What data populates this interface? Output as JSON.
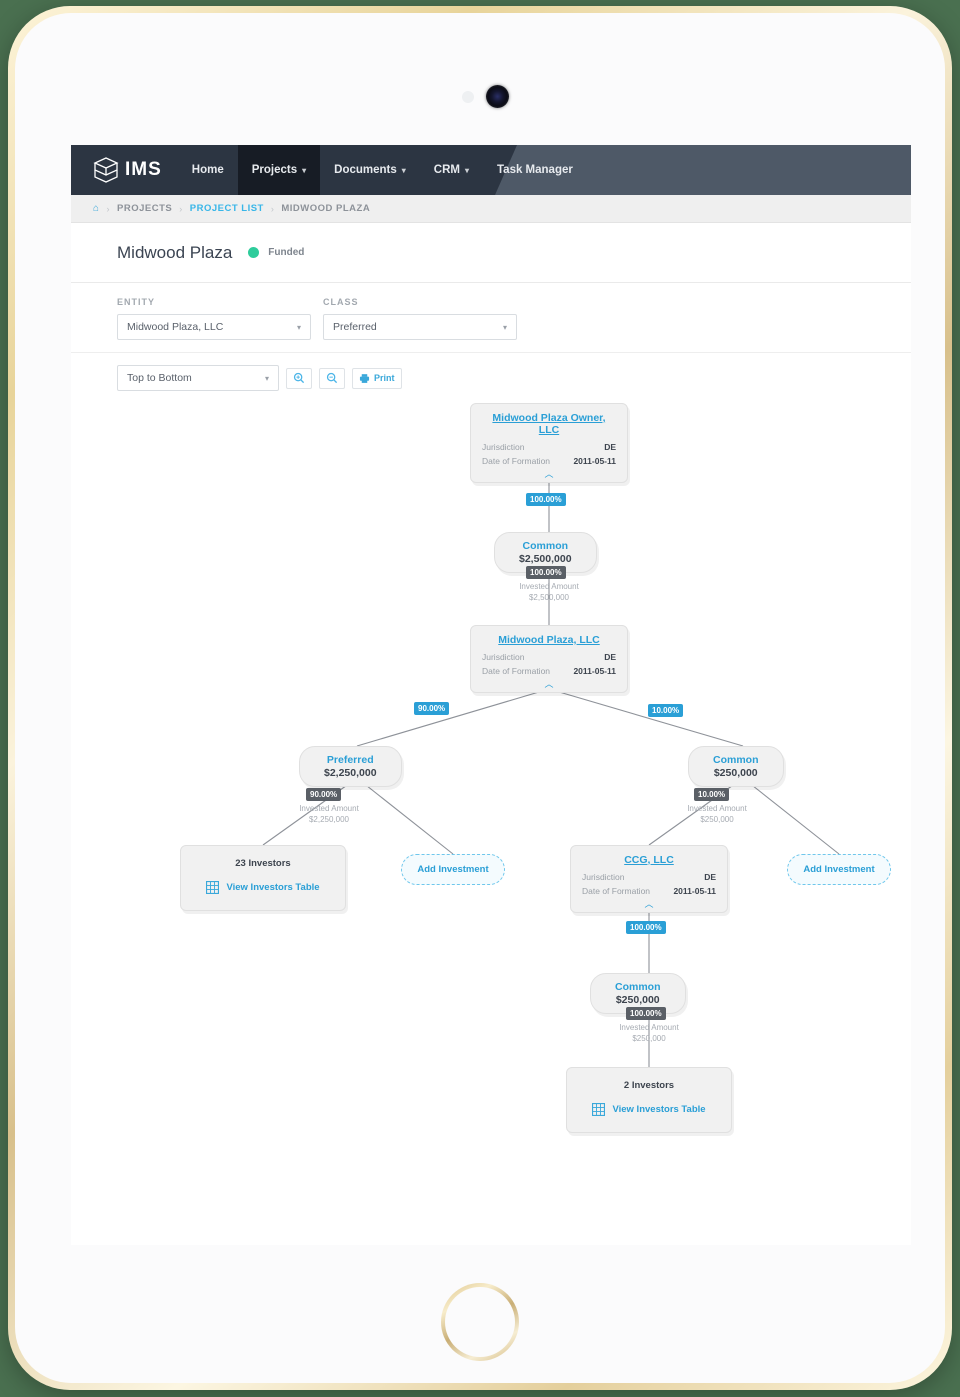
{
  "nav": {
    "logo_text": "IMS",
    "logo_icon": "ims-cube-logo-icon",
    "items": [
      {
        "label": "Home",
        "has_caret": false,
        "active": false
      },
      {
        "label": "Projects",
        "has_caret": true,
        "active": true
      },
      {
        "label": "Documents",
        "has_caret": true,
        "active": false
      },
      {
        "label": "CRM",
        "has_caret": true,
        "active": false
      },
      {
        "label": "Task Manager",
        "has_caret": false,
        "active": false
      }
    ]
  },
  "breadcrumb": {
    "home_icon": "home-icon",
    "separator": "›",
    "items": [
      {
        "label": "PROJECTS",
        "link": false
      },
      {
        "label": "PROJECT LIST",
        "link": true
      },
      {
        "label": "MIDWOOD PLAZA",
        "link": false
      }
    ]
  },
  "header": {
    "title": "Midwood Plaza",
    "status": "Funded",
    "status_color": "#2ecc9b"
  },
  "filters": {
    "entity": {
      "label": "ENTITY",
      "value": "Midwood Plaza, LLC"
    },
    "class": {
      "label": "CLASS",
      "value": "Preferred"
    }
  },
  "toolbar": {
    "orientation": {
      "value": "Top to Bottom"
    },
    "zoom_in_icon": "zoom-in-magnifier-icon",
    "zoom_out_icon": "zoom-out-magnifier-icon",
    "print": {
      "label": "Print",
      "icon": "printer-icon"
    }
  },
  "chart_data": {
    "type": "org-chart",
    "title": "Midwood Plaza ownership structure",
    "orientation": "Top to Bottom",
    "nodes": [
      {
        "id": "n1",
        "kind": "entity",
        "name": "Midwood Plaza Owner, LLC",
        "jurisdiction_label": "Jurisdiction",
        "jurisdiction": "DE",
        "formation_label": "Date of Formation",
        "formation_date": "2011-05-11",
        "collapse_icon": "chevron-up-icon"
      },
      {
        "id": "n2",
        "kind": "class",
        "name": "Common",
        "amount": "$2,500,000"
      },
      {
        "id": "n3",
        "kind": "entity",
        "name": "Midwood Plaza, LLC",
        "jurisdiction_label": "Jurisdiction",
        "jurisdiction": "DE",
        "formation_label": "Date of Formation",
        "formation_date": "2011-05-11",
        "collapse_icon": "chevron-up-icon"
      },
      {
        "id": "n4",
        "kind": "class",
        "name": "Preferred",
        "amount": "$2,250,000"
      },
      {
        "id": "n5",
        "kind": "class",
        "name": "Common",
        "amount": "$250,000"
      },
      {
        "id": "n6",
        "kind": "investors",
        "count_label": "23 Investors",
        "link_label": "View Investors Table",
        "link_icon": "table-grid-icon"
      },
      {
        "id": "n7",
        "kind": "add",
        "label": "Add Investment"
      },
      {
        "id": "n8",
        "kind": "entity",
        "name": "CCG, LLC",
        "jurisdiction_label": "Jurisdiction",
        "jurisdiction": "DE",
        "formation_label": "Date of Formation",
        "formation_date": "2011-05-11",
        "collapse_icon": "chevron-up-icon"
      },
      {
        "id": "n9",
        "kind": "add",
        "label": "Add Investment"
      },
      {
        "id": "n10",
        "kind": "class",
        "name": "Common",
        "amount": "$250,000"
      },
      {
        "id": "n11",
        "kind": "investors",
        "count_label": "2 Investors",
        "link_label": "View Investors Table",
        "link_icon": "table-grid-icon"
      }
    ],
    "edges": [
      {
        "from": "n1",
        "to": "n2",
        "badge": "100.00%",
        "badge_style": "blue"
      },
      {
        "from": "n2",
        "to": "n3",
        "badge": "100.00%",
        "badge_style": "grey",
        "amount_label": "Invested Amount",
        "amount_value": "$2,500,000"
      },
      {
        "from": "n3",
        "to": "n4",
        "badge": "90.00%",
        "badge_style": "blue"
      },
      {
        "from": "n3",
        "to": "n5",
        "badge": "10.00%",
        "badge_style": "blue"
      },
      {
        "from": "n4",
        "to": "n6",
        "badge": "90.00%",
        "badge_style": "grey",
        "amount_label": "Invested Amount",
        "amount_value": "$2,250,000"
      },
      {
        "from": "n4",
        "to": "n7",
        "badge": "",
        "badge_style": ""
      },
      {
        "from": "n5",
        "to": "n8",
        "badge": "10.00%",
        "badge_style": "grey",
        "amount_label": "Invested Amount",
        "amount_value": "$250,000"
      },
      {
        "from": "n5",
        "to": "n9",
        "badge": "",
        "badge_style": ""
      },
      {
        "from": "n8",
        "to": "n10",
        "badge": "100.00%",
        "badge_style": "blue"
      },
      {
        "from": "n10",
        "to": "n11",
        "badge": "100.00%",
        "badge_style": "grey",
        "amount_label": "Invested Amount",
        "amount_value": "$250,000"
      }
    ]
  }
}
